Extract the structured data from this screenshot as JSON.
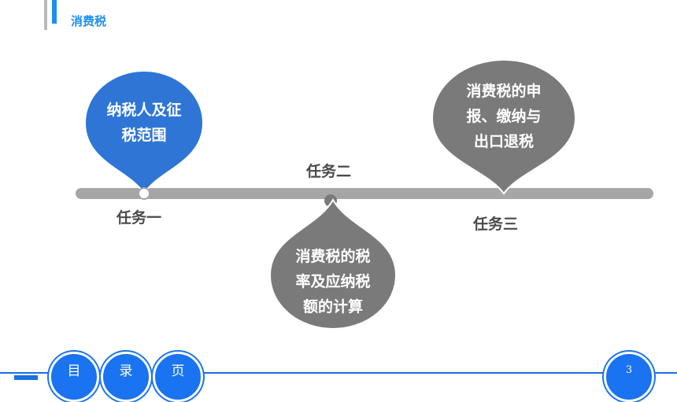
{
  "header": {
    "title": "消费税"
  },
  "tasks": [
    {
      "label": "任务一",
      "bubble_lines": [
        "纳税人及征",
        "税范围"
      ],
      "color": "#2e75d6"
    },
    {
      "label": "任务二",
      "bubble_lines": [
        "消费税的税",
        "率及应纳税",
        "额的计算"
      ],
      "color": "#7a7a7a"
    },
    {
      "label": "任务三",
      "bubble_lines": [
        "消费税的申",
        "报、缴纳与",
        "出口退税"
      ],
      "color": "#7a7a7a"
    }
  ],
  "footer": {
    "nav": [
      "目",
      "录",
      "页"
    ],
    "page_number": "3"
  }
}
